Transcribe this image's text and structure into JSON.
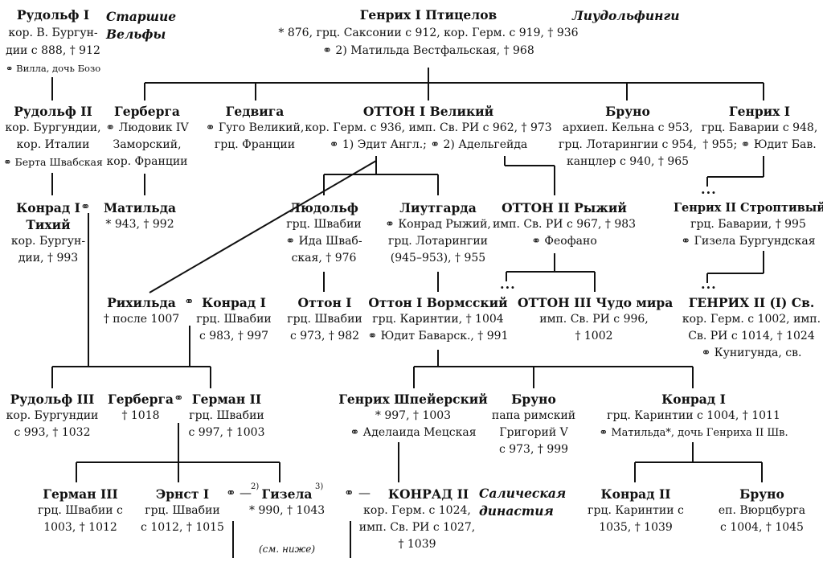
{
  "labels": {
    "older_welfs": [
      "Старшие",
      "Вельфы"
    ],
    "liudolfings": "Лиудольфинги",
    "salian": [
      "Салическая",
      "династия"
    ],
    "see_below": "(см. ниже)"
  },
  "people": {
    "rudolf1": [
      "Рудольф I",
      "кор. В. Бургун-",
      "дии с 888, † 912",
      "⚭ Вилла, дочь Бозо"
    ],
    "heinrich1": [
      "Генрих I Птицелов",
      "* 876, грц. Саксонии с 912, кор. Герм. с 919, † 936",
      "⚭ 2) Матильда Вестфальская, † 968"
    ],
    "rudolf2": [
      "Рудольф II",
      "кор. Бургундии,",
      "кор. Италии",
      "⚭ Берта Швабская"
    ],
    "gerberga": [
      "Герберга",
      "⚭ Людовик IV",
      "Заморский,",
      "кор. Франции"
    ],
    "hedwig": [
      "Гедвига",
      "⚭ Гуго Великий,",
      "грц. Франции"
    ],
    "otto1": [
      "ОТТОН I Великий",
      "кор. Герм. с 936, имп. Св. РИ с 962, † 973",
      "⚭ 1) Эдит Англ.; ⚭ 2) Адельгейда"
    ],
    "bruno_koeln": [
      "Бруно",
      "архиеп. Кельна с 953,",
      "грц. Лотарингии с 954,",
      "канцлер с 940, † 965"
    ],
    "heinrich_bav": [
      "Генрих I",
      "грц. Баварии с 948,",
      "† 955; ⚭ Юдит Бав."
    ],
    "konrad_tikhy": [
      "Конрад I",
      "Тихий",
      "кор. Бургун-",
      "дии, † 993"
    ],
    "mathilde": [
      "Матильда",
      "* 943, † 992"
    ],
    "liudolf": [
      "Людольф",
      "грц. Швабии",
      "⚭ Ида Шваб-",
      "ская, † 976"
    ],
    "liutgard": [
      "Лиутгарда",
      "⚭ Конрад Рыжий,",
      "грц. Лотарингии",
      "(945–953), † 955"
    ],
    "otto2": [
      "ОТТОН II Рыжий",
      "имп. Св. РИ с 967, † 983",
      "⚭ Феофано"
    ],
    "heinrich2_zank": [
      "Генрих II Строптивый",
      "грц. Баварии, † 995",
      "⚭ Гизела Бургундская"
    ],
    "richilde": [
      "Рихильда",
      "† после 1007"
    ],
    "konrad_swab": [
      "Конрад I",
      "грц. Швабии",
      "с 983, † 997"
    ],
    "otto_swab": [
      "Оттон I",
      "грц. Швабии",
      "с 973, † 982"
    ],
    "otto_worms": [
      "Оттон I Вормсский",
      "грц. Каринтии, † 1004",
      "⚭ Юдит Баварск., † 991"
    ],
    "otto3": [
      "ОТТОН III Чудо мира",
      "имп. Св. РИ с 996,",
      "† 1002"
    ],
    "heinrich2_saint": [
      "ГЕНРИХ II (I) Св.",
      "кор. Герм. с 1002, имп.",
      "Св. РИ с 1014, † 1024",
      "⚭ Кунигунда, св."
    ],
    "rudolf3": [
      "Рудольф III",
      "кор. Бургундии",
      "с 993, † 1032"
    ],
    "gerberga2": [
      "Герберга",
      "† 1018"
    ],
    "hermann2": [
      "Герман II",
      "грц. Швабии",
      "с 997, † 1003"
    ],
    "heinrich_speyer": [
      "Генрих Шпейерский",
      "* 997, † 1003",
      "⚭ Аделаида Мецская"
    ],
    "bruno_pope": [
      "Бруно",
      "папа римский",
      "Григорий V",
      "с 973, † 999"
    ],
    "konrad_carinth": [
      "Конрад I",
      "грц. Каринтии с 1004, † 1011",
      "⚭ Матильда*, дочь Генриха II Шв."
    ],
    "hermann3": [
      "Герман III",
      "грц. Швабии с",
      "1003, † 1012"
    ],
    "ernst1": [
      "Эрнст I",
      "грц. Швабии",
      "с 1012, † 1015"
    ],
    "gisela": [
      "Гизела",
      "* 990, † 1043"
    ],
    "konrad2_king": [
      "КОНРАД II",
      "кор. Герм. с 1024,",
      "имп. Св. РИ с 1027,",
      "† 1039"
    ],
    "konrad2_carinth": [
      "Конрад II",
      "грц. Каринтии с",
      "1035, † 1039"
    ],
    "bruno_wuerzburg": [
      "Бруно",
      "еп. Вюрцбурга",
      "с 1004, † 1045"
    ]
  },
  "marks": {
    "marriage": "⚭",
    "dots": "...",
    "dash": "—",
    "ernst_sup": "2)",
    "gisela_sup": "3)"
  }
}
